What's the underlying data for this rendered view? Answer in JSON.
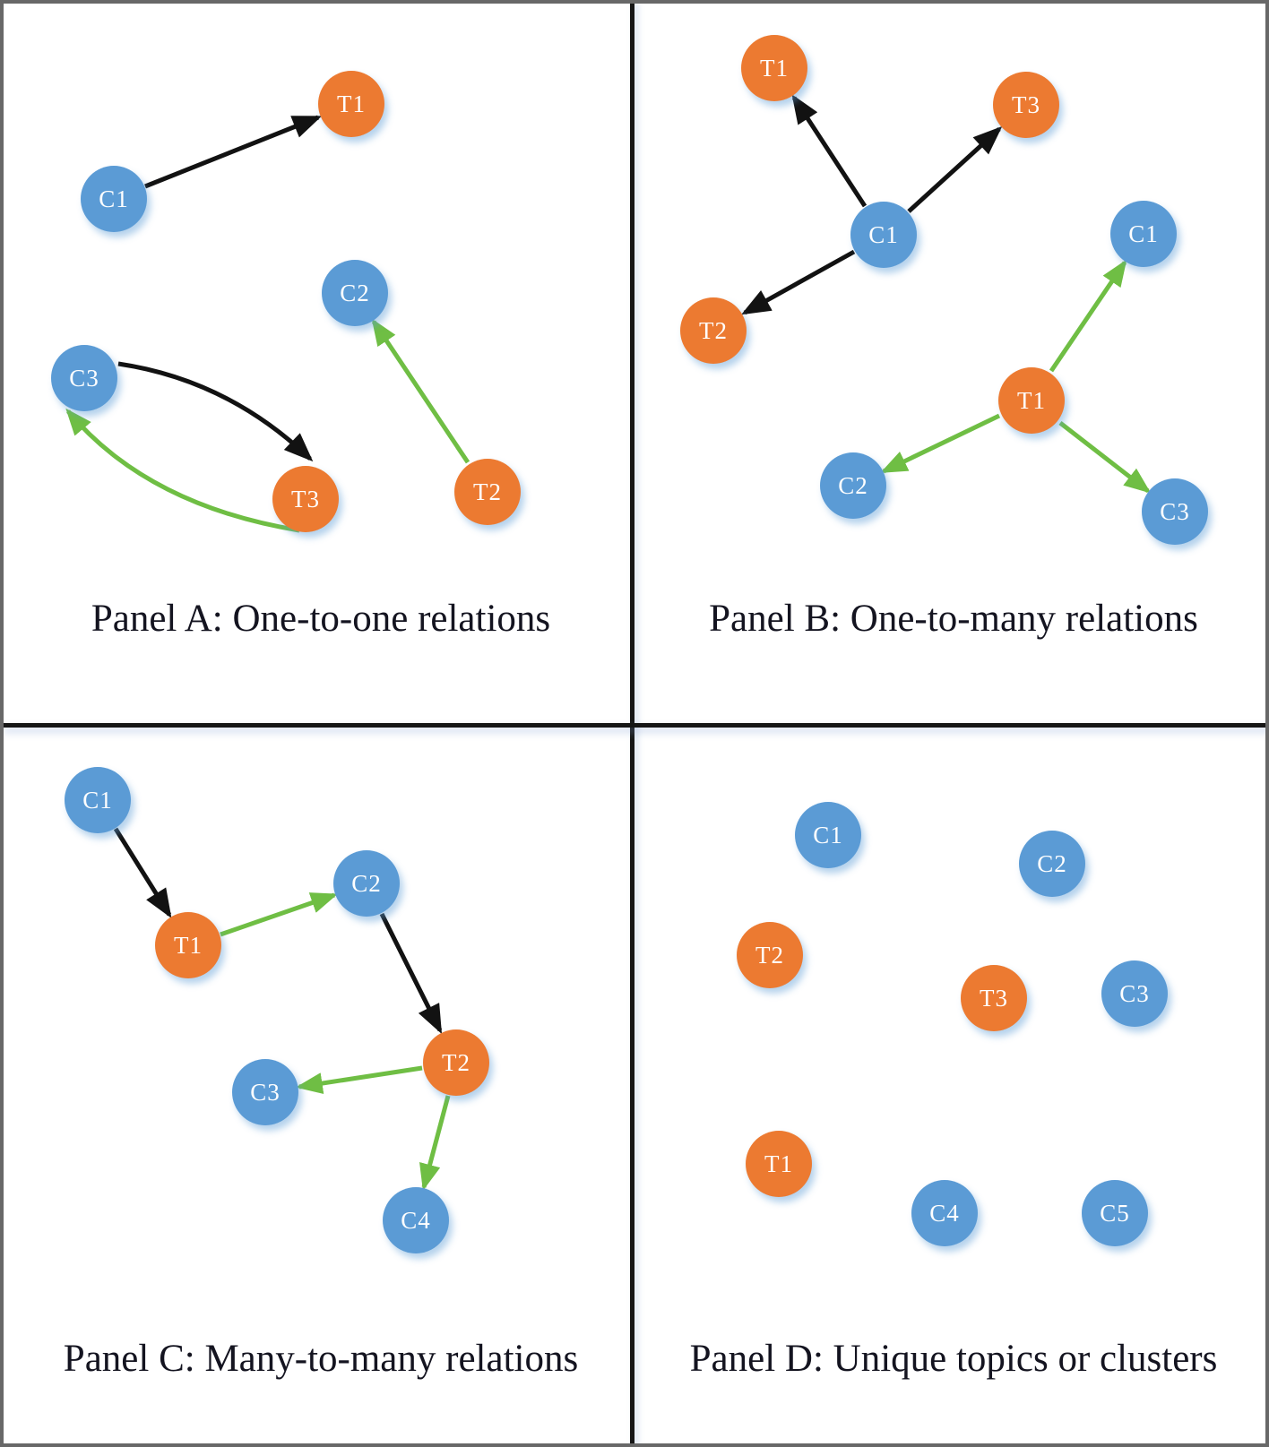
{
  "figure_title": "Topic-cluster relation diagram, four panels",
  "colors": {
    "cluster_node_blue": "#5B9BD5",
    "topic_node_orange": "#EC7A31",
    "relation_arrow_black": "#121212",
    "relation_arrow_green": "#6FBE44",
    "caption_text": "#141420",
    "panel_divider": "#161616",
    "node_label_text": "#FFFFFF"
  },
  "panels": [
    {
      "id": "A",
      "caption": "Panel A: One-to-one relations",
      "nodes": [
        {
          "label": "C1",
          "type": "cluster"
        },
        {
          "label": "T1",
          "type": "topic"
        },
        {
          "label": "C2",
          "type": "cluster"
        },
        {
          "label": "C3",
          "type": "cluster"
        },
        {
          "label": "T3",
          "type": "topic"
        },
        {
          "label": "T2",
          "type": "topic"
        }
      ],
      "edges": [
        {
          "from": "C1",
          "to": "T1",
          "from_index": 0,
          "to_index": 1,
          "color": "black",
          "shape": "straight"
        },
        {
          "from": "C3",
          "to": "T3",
          "from_index": 3,
          "to_index": 4,
          "color": "black",
          "shape": "curved"
        },
        {
          "from": "T3",
          "to": "C3",
          "from_index": 4,
          "to_index": 3,
          "color": "green",
          "shape": "curved"
        },
        {
          "from": "T2",
          "to": "C2",
          "from_index": 5,
          "to_index": 2,
          "color": "green",
          "shape": "straight"
        }
      ]
    },
    {
      "id": "B",
      "caption": "Panel B: One-to-many relations",
      "nodes": [
        {
          "label": "T1",
          "type": "topic"
        },
        {
          "label": "T3",
          "type": "topic"
        },
        {
          "label": "C1",
          "type": "cluster"
        },
        {
          "label": "T2",
          "type": "topic"
        },
        {
          "label": "C1",
          "type": "cluster"
        },
        {
          "label": "T1",
          "type": "topic"
        },
        {
          "label": "C2",
          "type": "cluster"
        },
        {
          "label": "C3",
          "type": "cluster"
        }
      ],
      "edges": [
        {
          "from": "C1",
          "to": "T1",
          "from_index": 2,
          "to_index": 0,
          "color": "black",
          "shape": "straight"
        },
        {
          "from": "C1",
          "to": "T3",
          "from_index": 2,
          "to_index": 1,
          "color": "black",
          "shape": "straight"
        },
        {
          "from": "C1",
          "to": "T2",
          "from_index": 2,
          "to_index": 3,
          "color": "black",
          "shape": "straight"
        },
        {
          "from": "T1",
          "to": "C1",
          "from_index": 5,
          "to_index": 4,
          "color": "green",
          "shape": "straight"
        },
        {
          "from": "T1",
          "to": "C2",
          "from_index": 5,
          "to_index": 6,
          "color": "green",
          "shape": "straight"
        },
        {
          "from": "T1",
          "to": "C3",
          "from_index": 5,
          "to_index": 7,
          "color": "green",
          "shape": "straight"
        }
      ]
    },
    {
      "id": "C",
      "caption": "Panel C: Many-to-many relations",
      "nodes": [
        {
          "label": "C1",
          "type": "cluster"
        },
        {
          "label": "T1",
          "type": "topic"
        },
        {
          "label": "C2",
          "type": "cluster"
        },
        {
          "label": "T2",
          "type": "topic"
        },
        {
          "label": "C3",
          "type": "cluster"
        },
        {
          "label": "C4",
          "type": "cluster"
        }
      ],
      "edges": [
        {
          "from": "C1",
          "to": "T1",
          "from_index": 0,
          "to_index": 1,
          "color": "black",
          "shape": "straight"
        },
        {
          "from": "T1",
          "to": "C2",
          "from_index": 1,
          "to_index": 2,
          "color": "green",
          "shape": "straight"
        },
        {
          "from": "C2",
          "to": "T2",
          "from_index": 2,
          "to_index": 3,
          "color": "black",
          "shape": "straight"
        },
        {
          "from": "T2",
          "to": "C3",
          "from_index": 3,
          "to_index": 4,
          "color": "green",
          "shape": "straight"
        },
        {
          "from": "T2",
          "to": "C4",
          "from_index": 3,
          "to_index": 5,
          "color": "green",
          "shape": "straight"
        }
      ]
    },
    {
      "id": "D",
      "caption": "Panel D: Unique topics or clusters",
      "nodes": [
        {
          "label": "C1",
          "type": "cluster"
        },
        {
          "label": "C2",
          "type": "cluster"
        },
        {
          "label": "T2",
          "type": "topic"
        },
        {
          "label": "T3",
          "type": "topic"
        },
        {
          "label": "C3",
          "type": "cluster"
        },
        {
          "label": "T1",
          "type": "topic"
        },
        {
          "label": "C4",
          "type": "cluster"
        },
        {
          "label": "C5",
          "type": "cluster"
        }
      ],
      "edges": []
    }
  ]
}
